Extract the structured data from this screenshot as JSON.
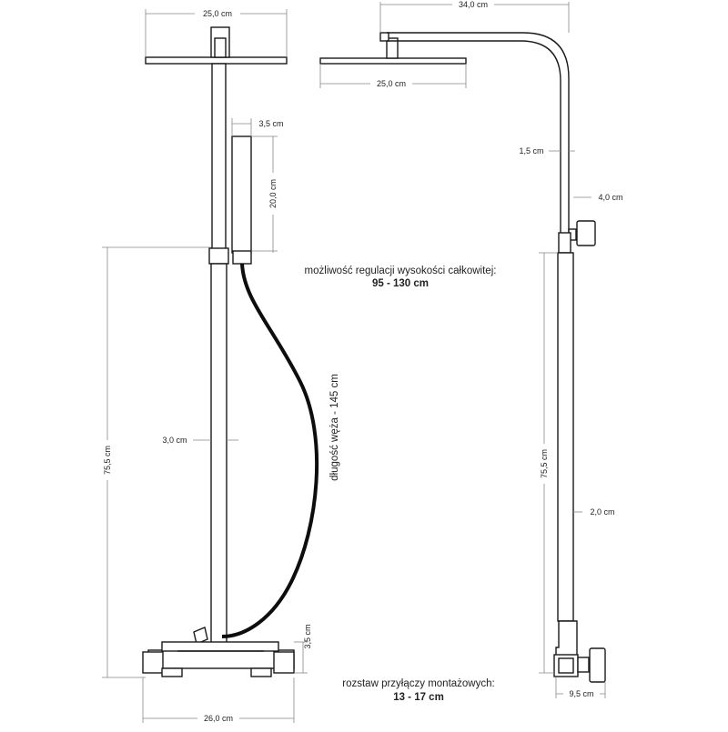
{
  "front_view": {
    "head_width": "25,0 cm",
    "handshower_width": "3,5 cm",
    "handshower_length": "20,0 cm",
    "column_height": "75,5 cm",
    "pipe_diameter": "3,0 cm",
    "hose_length": "długość węża - 145 cm",
    "mixer_height": "3,5 cm",
    "mixer_width": "26,0 cm"
  },
  "side_view": {
    "arm_reach": "34,0 cm",
    "head_width": "25,0 cm",
    "upper_pipe": "1,5 cm",
    "knob_size": "4,0 cm",
    "column_height": "75,5 cm",
    "lower_pipe": "2,0 cm",
    "base_depth": "9,5 cm"
  },
  "notes": {
    "height_adjust_label": "możliwość regulacji wysokości całkowitej:",
    "height_adjust_value": "95 - 130 cm",
    "connection_spacing_label": "rozstaw przyłączy montażowych:",
    "connection_spacing_value": "13 - 17 cm"
  },
  "colors": {
    "line": "#1a1a1a",
    "dim_line": "#888888",
    "hose": "#0d0d0d"
  }
}
